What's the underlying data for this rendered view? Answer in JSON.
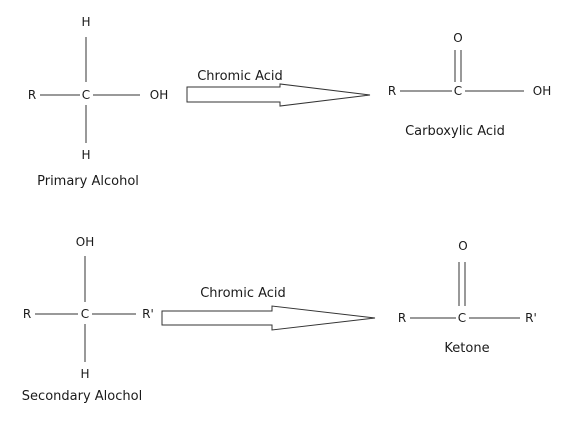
{
  "reaction1": {
    "reactant": {
      "r": "R",
      "c": "C",
      "h_top": "H",
      "h_bottom": "H",
      "oh": "OH",
      "name": "Primary Alcohol"
    },
    "reagent": "Chromic Acid",
    "product": {
      "r": "R",
      "c": "C",
      "o": "O",
      "oh": "OH",
      "name": "Carboxylic Acid"
    }
  },
  "reaction2": {
    "reactant": {
      "r": "R",
      "c": "C",
      "oh_top": "OH",
      "h_bottom": "H",
      "r_prime": "R'",
      "name": "Secondary Alochol"
    },
    "reagent": "Chromic Acid",
    "product": {
      "r": "R",
      "c": "C",
      "o": "O",
      "r_prime": "R'",
      "name": "Ketone"
    }
  }
}
